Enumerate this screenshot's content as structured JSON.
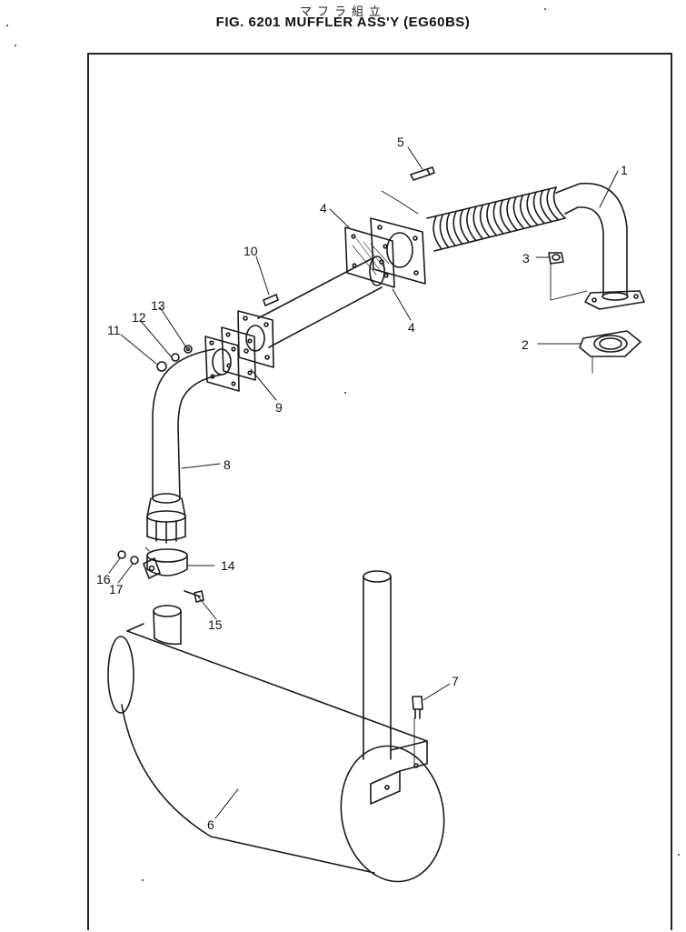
{
  "header": {
    "title_jp": "マフラ組立",
    "title": "FIG. 6201  MUFFLER ASS'Y (EG60BS)"
  },
  "callouts": [
    "1",
    "2",
    "3",
    "4",
    "4",
    "5",
    "6",
    "7",
    "8",
    "9",
    "10",
    "11",
    "12",
    "13",
    "14",
    "15",
    "16",
    "17"
  ]
}
